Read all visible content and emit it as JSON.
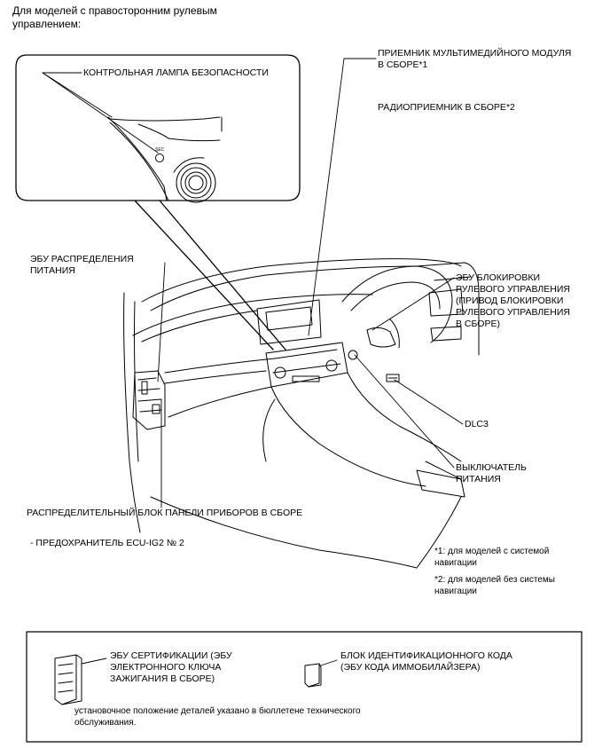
{
  "heading": "Для моделей с правосторонним рулевым\nуправлением:",
  "inset": {
    "caption": "КОНТРОЛЬНАЯ ЛАМПА БЕЗОПАСНОСТИ"
  },
  "labels": {
    "multimedia_receiver": "ПРИЕМНИК МУЛЬТИМЕДИЙНОГО МОДУЛЯ\nВ СБОРЕ*1",
    "radio_receiver": "РАДИОПРИЕМНИК В СБОРЕ*2",
    "power_distribution_ecu": "ЭБУ РАСПРЕДЕЛЕНИЯ\nПИТАНИЯ",
    "steering_lock_ecu": "ЭБУ БЛОКИРОВКИ\nРУЛЕВОГО УПРАВЛЕНИЯ\n(ПРИВОД БЛОКИРОВКИ\nРУЛЕВОГО УПРАВЛЕНИЯ\nВ СБОРЕ)",
    "dlc3": "DLC3",
    "power_switch": "ВЫКЛЮЧАТЕЛЬ\nПИТАНИЯ",
    "junction_block": "РАСПРЕДЕЛИТЕЛЬНЫЙ БЛОК ПАНЕЛИ ПРИБОРОВ В СБОРЕ",
    "fuse": "- ПРЕДОХРАНИТЕЛЬ ECU-IG2 № 2"
  },
  "footnotes": {
    "note1": "*1: для моделей с системой\nнавигации",
    "note2": "*2: для моделей без системы\nнавигации"
  },
  "legend_box": {
    "certification_ecu": "ЭБУ СЕРТИФИКАЦИИ (ЭБУ\nЭЛЕКТРОННОГО КЛЮЧА\nЗАЖИГАНИЯ В СБОРЕ)",
    "id_code_box": "БЛОК ИДЕНТИФИКАЦИОННОГО КОДА\n(ЭБУ КОДА ИММОБИЛАЙЗЕРА)",
    "note": "установочное положение деталей указано в бюллетене технического\nобслуживания."
  },
  "colors": {
    "ink": "#000000",
    "background": "#ffffff"
  }
}
